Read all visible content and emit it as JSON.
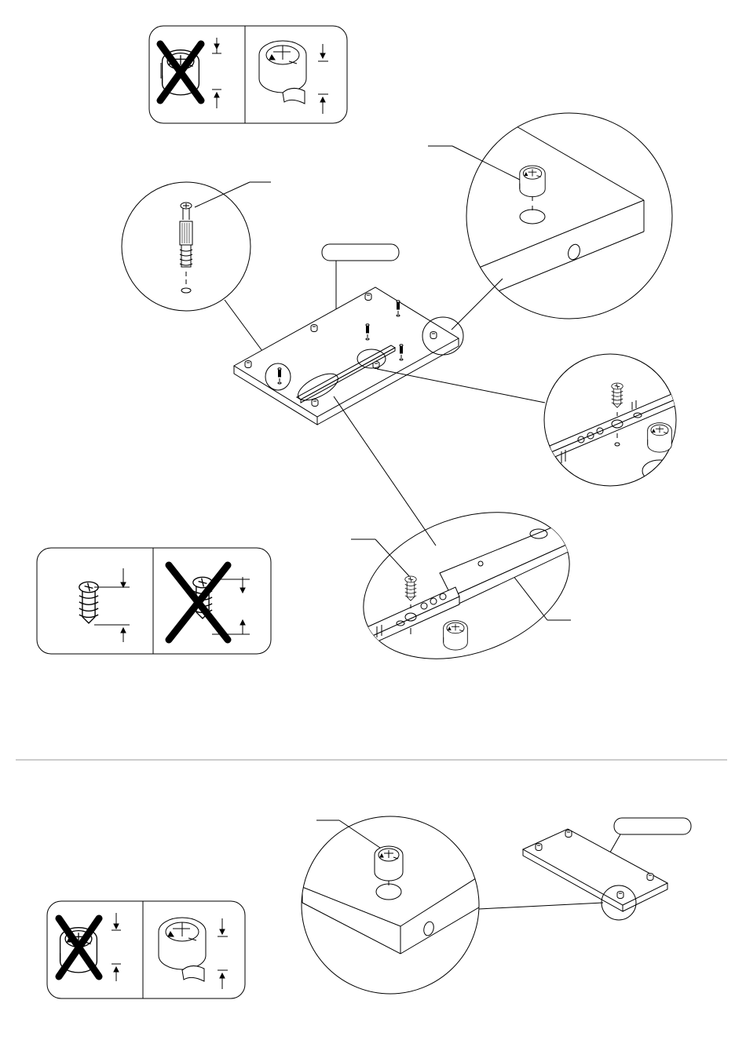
{
  "diagram": {
    "type": "assembly-instruction",
    "theme": {
      "line": "#000000",
      "background": "#ffffff",
      "divider": "#999999"
    },
    "steps": [
      {
        "id": "upper",
        "parts": [
          "panel",
          "cam-lock",
          "dowel-pin",
          "drawer-runner",
          "screw"
        ]
      },
      {
        "id": "lower",
        "parts": [
          "panel",
          "cam-lock"
        ]
      }
    ],
    "callouts": [
      {
        "id": "panel-label-upper",
        "text": ""
      },
      {
        "id": "panel-label-lower",
        "text": ""
      }
    ]
  }
}
